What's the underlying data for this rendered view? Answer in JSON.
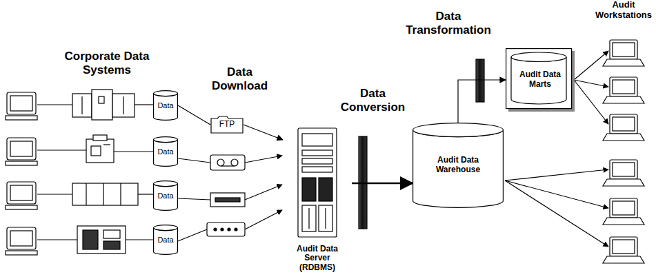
{
  "diagram": {
    "nodes": [
      {
        "text": [
          "Data"
        ]
      },
      {
        "text": [
          "FTP"
        ]
      },
      {
        "text": [
          "Data"
        ]
      },
      {
        "text": [
          "Data"
        ]
      },
      {
        "text": [
          "Data"
        ]
      },
      {
        "text": [
          "Audit Data Server (RDBMS)"
        ]
      },
      {
        "text": [
          "Audit Data Warehouse"
        ]
      },
      {
        "text": [
          "Audit Data Marts"
        ]
      }
    ],
    "edges": [
      {
        "from": 0,
        "to": 1,
        "arrow": "none"
      },
      {
        "from": 1,
        "to": 5,
        "arrow": "to"
      },
      {
        "from": 5,
        "to": 6,
        "arrow": "to"
      },
      {
        "from": 6,
        "to": 7,
        "arrow": "to"
      }
    ],
    "labels": [
      "Corporate Data Systems",
      "Data Download",
      "Data Conversion",
      "Data Transformation",
      "Audit Workstations"
    ]
  }
}
